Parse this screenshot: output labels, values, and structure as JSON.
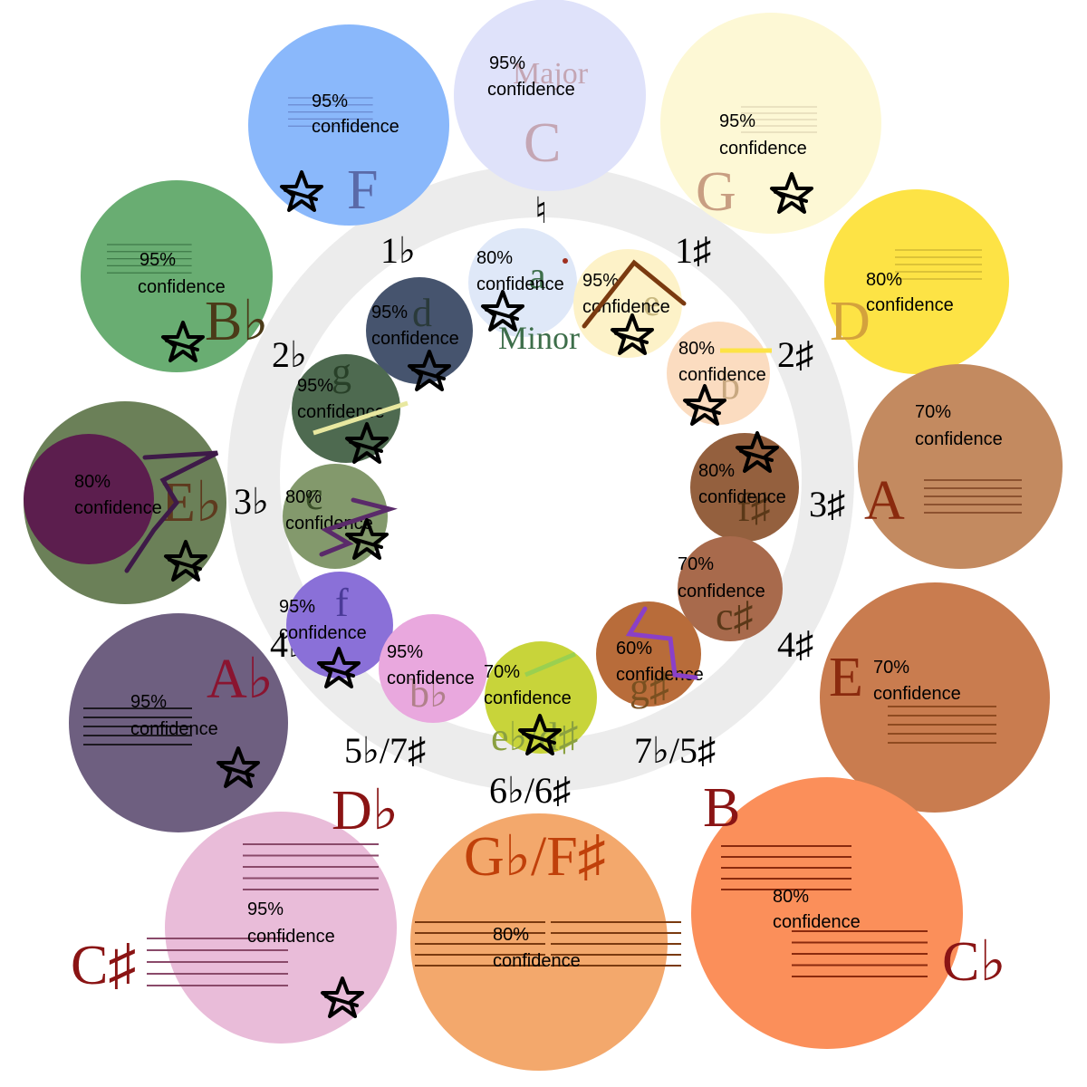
{
  "labels": {
    "major": "Major",
    "minor": "Minor",
    "confidence": "confidence",
    "natural": "♮"
  },
  "ring_labels": [
    {
      "id": "1flat",
      "text": "1♭"
    },
    {
      "id": "1sharp",
      "text": "1♯"
    },
    {
      "id": "2flat",
      "text": "2♭"
    },
    {
      "id": "2sharp",
      "text": "2♯"
    },
    {
      "id": "3flat",
      "text": "3♭"
    },
    {
      "id": "3sharp",
      "text": "3♯"
    },
    {
      "id": "4flat",
      "text": "4♭"
    },
    {
      "id": "4sharp",
      "text": "4♯"
    },
    {
      "id": "5flat7sharp",
      "text": "5♭/7♯"
    },
    {
      "id": "7flat5sharp",
      "text": "7♭/5♯"
    },
    {
      "id": "6flat6sharp",
      "text": "6♭/6♯"
    }
  ],
  "major_keys": [
    {
      "id": "C",
      "label": "C",
      "color": "#dfe2fa",
      "label_color": "#c4a6b4",
      "confidence": "95%",
      "starred": false
    },
    {
      "id": "G",
      "label": "G",
      "color": "#fdf8d5",
      "label_color": "#c89e82",
      "confidence": "95%",
      "starred": true
    },
    {
      "id": "D",
      "label": "D",
      "color": "#fde345",
      "label_color": "#d4a23c",
      "confidence": "80%",
      "starred": false
    },
    {
      "id": "A",
      "label": "A",
      "color": "#c38a60",
      "label_color": "#8a2a0e",
      "confidence": "70%",
      "starred": false
    },
    {
      "id": "E",
      "label": "E",
      "color": "#c97c4f",
      "label_color": "#8a2a0e",
      "confidence": "70%",
      "starred": false
    },
    {
      "id": "B",
      "label": "B",
      "color": "#fb8f5a",
      "label_color": "#8a1414",
      "confidence": "80%",
      "starred": false
    },
    {
      "id": "Cb",
      "label": "C♭",
      "color": "#fb8f5a",
      "label_color": "#8a1414",
      "confidence": "",
      "starred": false
    },
    {
      "id": "GbFs",
      "label": "G♭/F♯",
      "color": "#f3a86c",
      "label_color": "#c0400a",
      "confidence": "80%",
      "starred": false
    },
    {
      "id": "Db",
      "label": "D♭",
      "color": "#e9bcd9",
      "label_color": "#8a1414",
      "confidence": "95%",
      "starred": true
    },
    {
      "id": "Cs",
      "label": "C♯",
      "color": "#e9bcd9",
      "label_color": "#8a1414",
      "confidence": "",
      "starred": false
    },
    {
      "id": "Ab",
      "label": "A♭",
      "color": "#6e5f80",
      "label_color": "#8a1430",
      "confidence": "95%",
      "starred": true
    },
    {
      "id": "Eb",
      "label": "E♭",
      "color": "#6b8058",
      "label_color": "#5e3a1e",
      "confidence": "80%",
      "starred": true
    },
    {
      "id": "Bb",
      "label": "B♭",
      "color": "#69ad72",
      "label_color": "#4b3a18",
      "confidence": "95%",
      "starred": true
    },
    {
      "id": "F",
      "label": "F",
      "color": "#8ab8fb",
      "label_color": "#5a6aa8",
      "confidence": "95%",
      "starred": true
    }
  ],
  "minor_keys": [
    {
      "id": "a",
      "label": "a",
      "color": "#dfe8f8",
      "label_color": "#3d6e4a",
      "confidence": "80%",
      "starred": true
    },
    {
      "id": "e",
      "label": "e",
      "color": "#fdf2c8",
      "label_color": "#c8b880",
      "confidence": "95%",
      "starred": true
    },
    {
      "id": "b",
      "label": "b",
      "color": "#fbdcc0",
      "label_color": "#c8a880",
      "confidence": "80%",
      "starred": true
    },
    {
      "id": "fs",
      "label": "f♯",
      "color": "#94603e",
      "label_color": "#5a3818",
      "confidence": "80%",
      "starred": true
    },
    {
      "id": "cs",
      "label": "c♯",
      "color": "#a86a4c",
      "label_color": "#5a3818",
      "confidence": "70%",
      "starred": false
    },
    {
      "id": "gs",
      "label": "g♯",
      "color": "#b86c3a",
      "label_color": "#7a5020",
      "confidence": "60%",
      "starred": false
    },
    {
      "id": "ebds",
      "label": "e♭/d♯",
      "color": "#c8d43a",
      "label_color": "#8aa040",
      "confidence": "70%",
      "starred": true
    },
    {
      "id": "bb",
      "label": "b♭",
      "color": "#e9a8de",
      "label_color": "#b0808a",
      "confidence": "95%",
      "starred": false
    },
    {
      "id": "f",
      "label": "f",
      "color": "#8a70d8",
      "label_color": "#4a3a98",
      "confidence": "95%",
      "starred": true
    },
    {
      "id": "c",
      "label": "c",
      "color": "#83996c",
      "label_color": "#3a5028",
      "confidence": "80%",
      "starred": true
    },
    {
      "id": "g",
      "label": "g",
      "color": "#4e6a50",
      "label_color": "#284028",
      "confidence": "95%",
      "starred": true
    },
    {
      "id": "d",
      "label": "d",
      "color": "#46546e",
      "label_color": "#2a3a3a",
      "confidence": "95%",
      "starred": true
    }
  ]
}
